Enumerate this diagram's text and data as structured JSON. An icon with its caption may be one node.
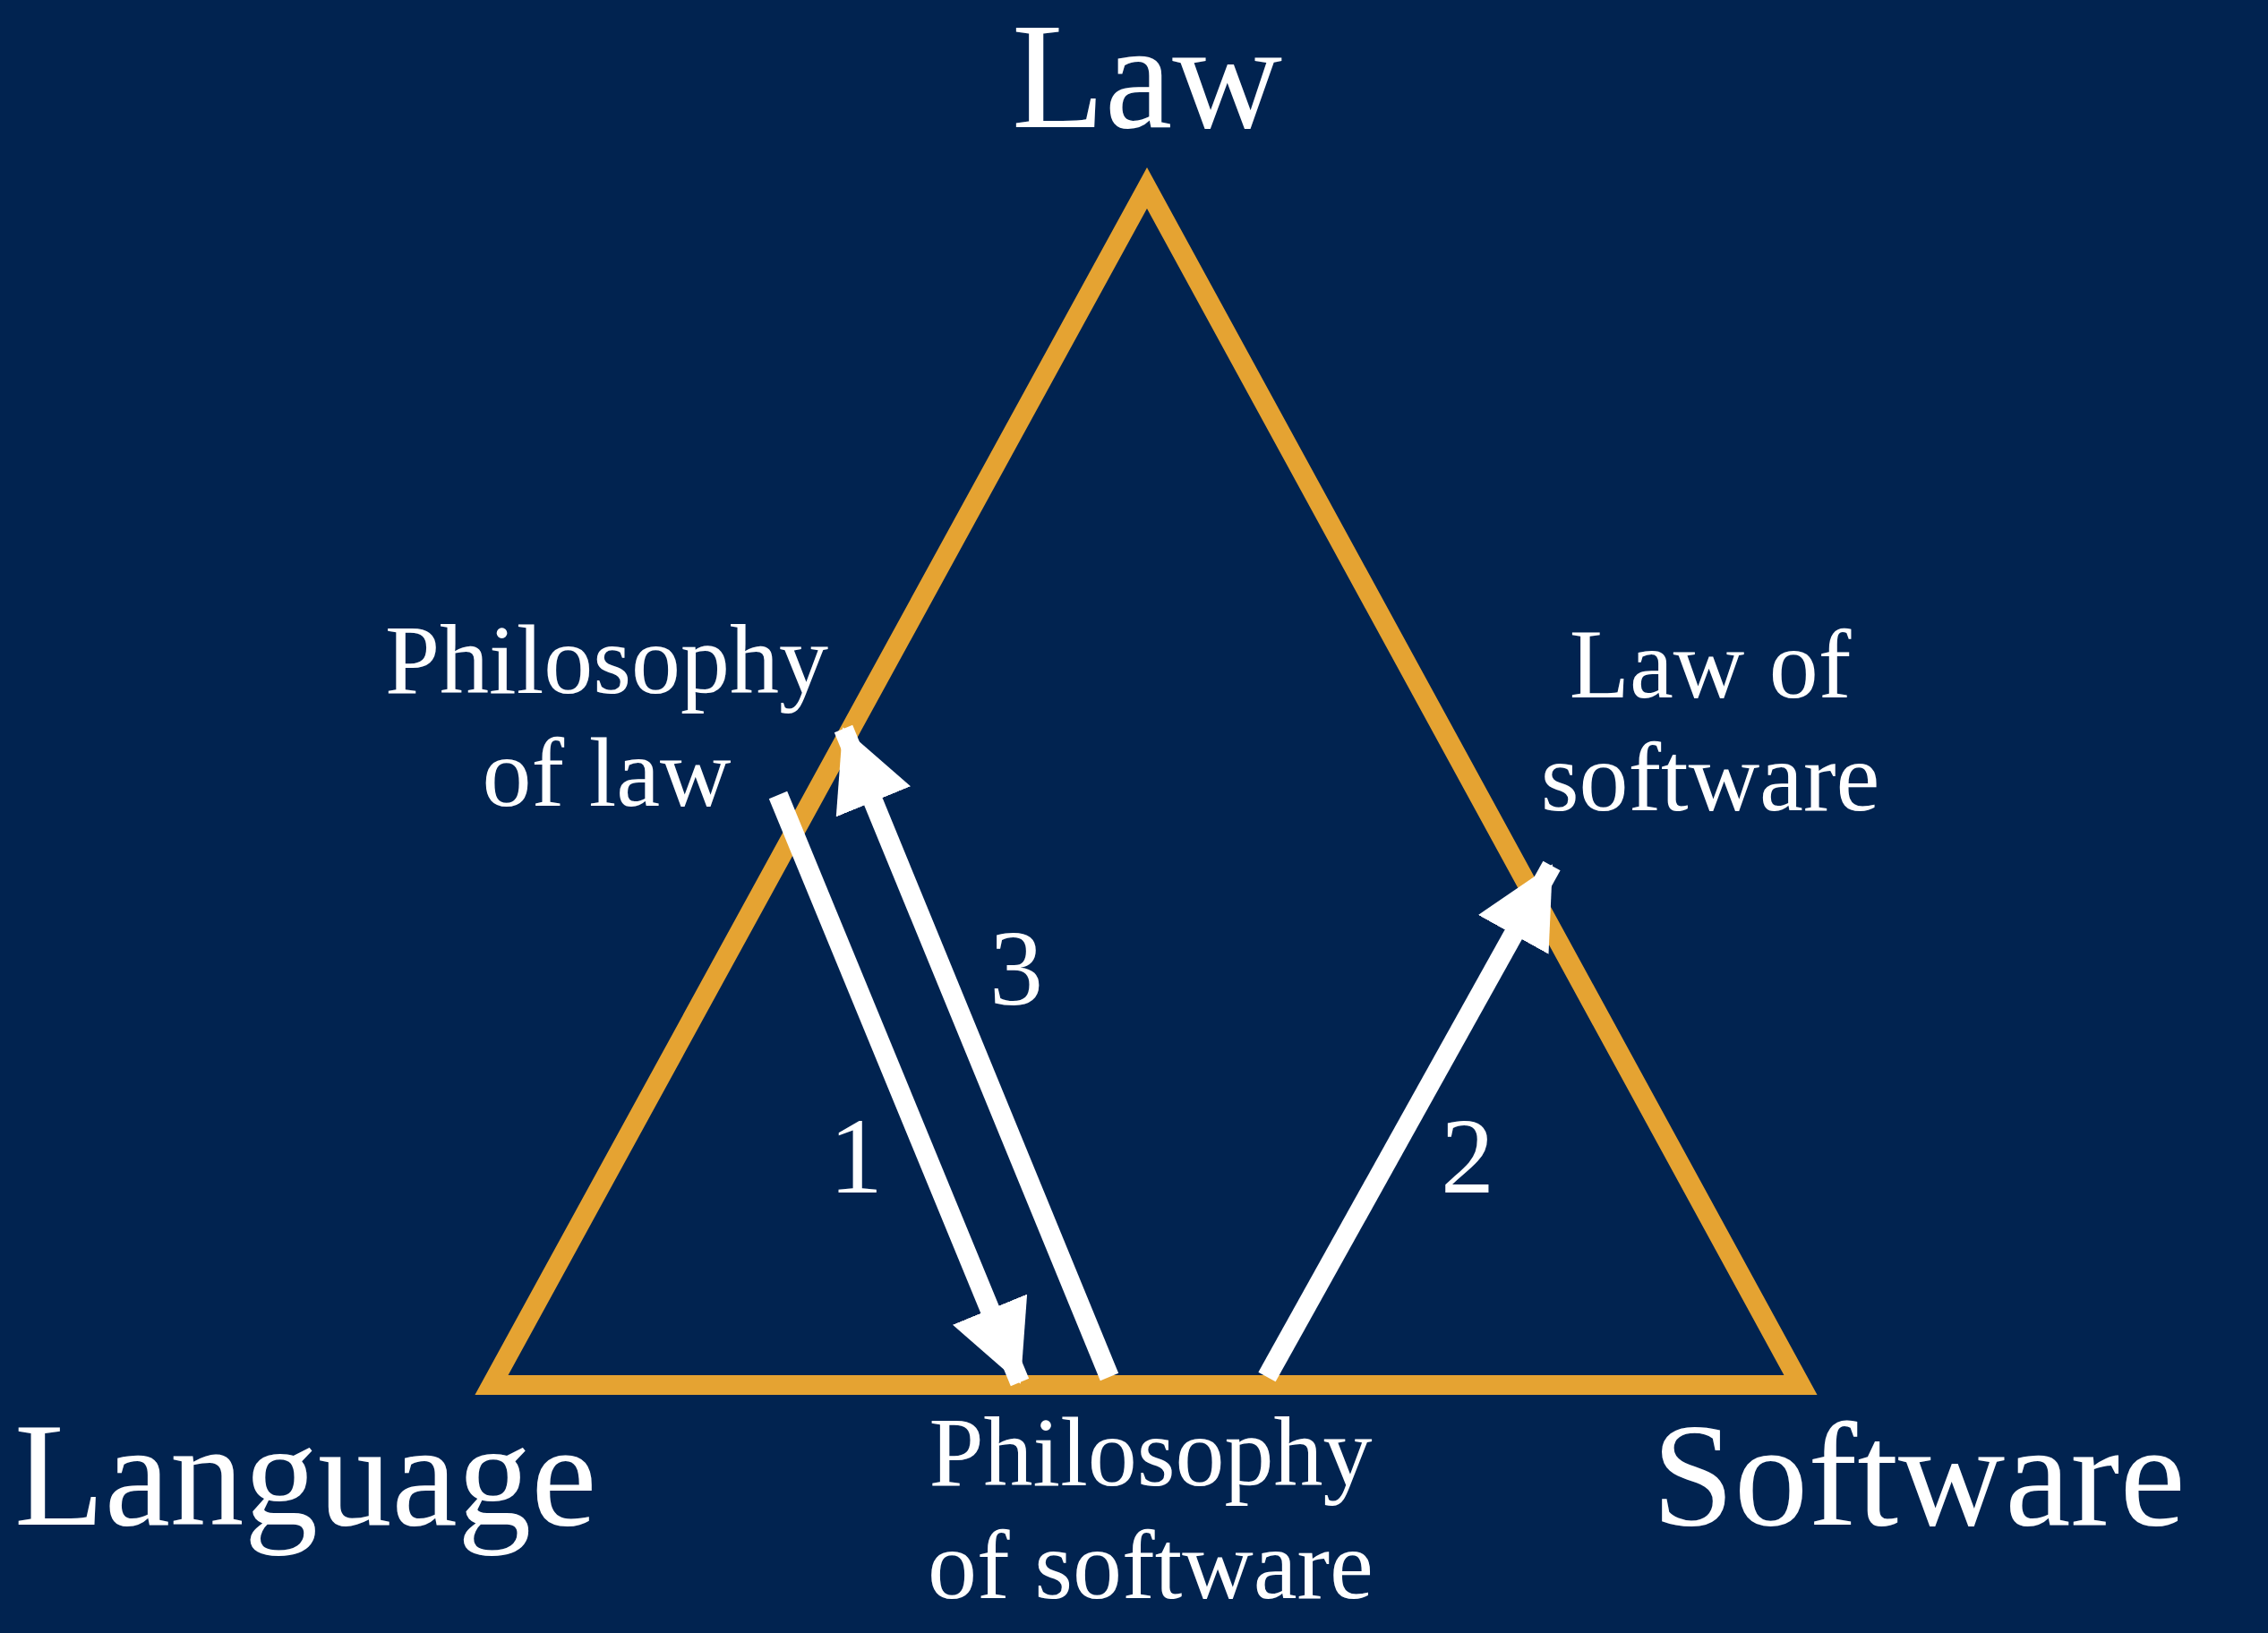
{
  "diagram": {
    "nodes": [
      {
        "text": [
          "Philosophy of law"
        ]
      },
      {
        "text": [
          "Law of software"
        ]
      },
      {
        "text": [
          "Philosophy of software"
        ]
      }
    ],
    "edges": [
      {
        "from": 0,
        "to": 2,
        "arrow": "to",
        "label": "1"
      },
      {
        "from": 2,
        "to": 1,
        "arrow": "to",
        "label": "2"
      },
      {
        "from": 2,
        "to": 0,
        "arrow": "to",
        "label": "3"
      }
    ],
    "labels": [
      "Law",
      "Language",
      "Software"
    ]
  }
}
